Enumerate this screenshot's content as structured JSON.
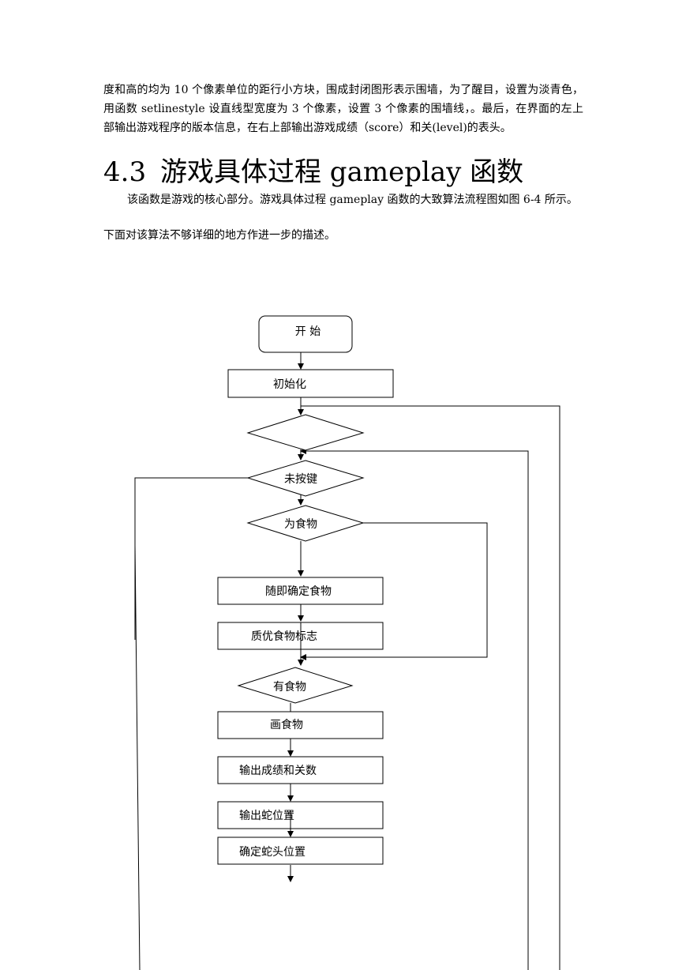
{
  "document": {
    "paragraph_1": "度和高的均为 10 个像素单位的距行小方块，围成封闭图形表示围墙，为了醒目，设置为淡青色，用函数 setlinestyle 设直线型宽度为 3 个像素，设置 3 个像素的围墙线，。最后，在界面的左上部输出游戏程序的版本信息，在右上部输出游戏成绩（score）和关(level)的表头。",
    "section_number": "4.3",
    "section_title": "游戏具体过程 gameplay 函数",
    "paragraph_2": "该函数是游戏的核心部分。游戏具体过程 gameplay 函数的大致算法流程图如图 6-4 所示。",
    "paragraph_3": "下面对该算法不够详细的地方作进一步的描述。"
  },
  "flowchart": {
    "start": "开  始",
    "init": "初始化",
    "decision_empty": "",
    "no_key": "未按键",
    "is_food": "为食物",
    "random_food": "随即确定食物",
    "food_flag": "质优食物标志",
    "has_food": "有食物",
    "draw_food": "画食物",
    "output_score": "输出成绩和关数",
    "output_snake": "输出蛇位置",
    "set_head": "确定蛇头位置"
  }
}
